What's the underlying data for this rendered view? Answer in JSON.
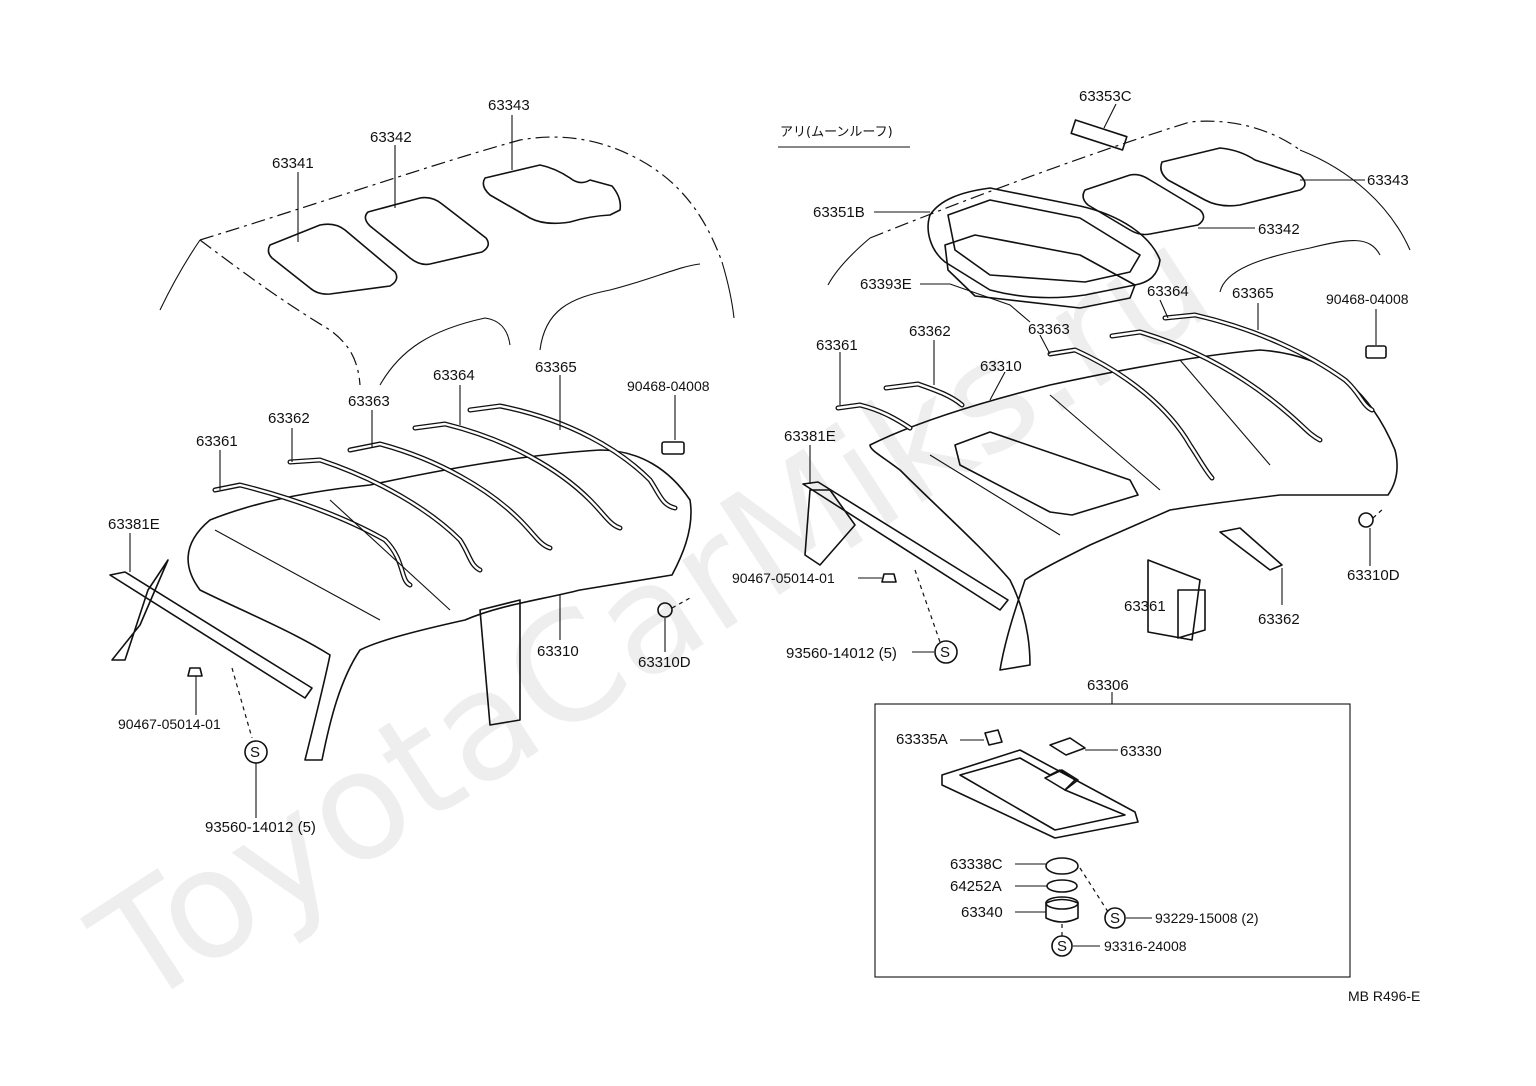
{
  "watermark": "ToyotaCarMiks.ru",
  "drawing_code": "MB R496-E",
  "sunroof_note": "アリ(ムーンルーフ)",
  "screw_symbol": "S",
  "left_labels": {
    "p63341": "63341",
    "p63342": "63342",
    "p63343": "63343",
    "p63361": "63361",
    "p63362": "63362",
    "p63363": "63363",
    "p63364": "63364",
    "p63365": "63365",
    "p90468": "90468-04008",
    "p63381": "63381E",
    "p90467": "90467-05014-01",
    "p63310": "63310",
    "p63310d": "63310D",
    "p93560": "93560-14012 (5)"
  },
  "right_labels": {
    "p63353c": "63353C",
    "p63351b": "63351B",
    "p63393e": "63393E",
    "p63343": "63343",
    "p63342": "63342",
    "p63364": "63364",
    "p63365": "63365",
    "p90468": "90468-04008",
    "p63361": "63361",
    "p63362": "63362",
    "p63363": "63363",
    "p63310": "63310",
    "p63381": "63381E",
    "p90467": "90467-05014-01",
    "p93560": "93560-14012 (5)",
    "p63361b": "63361",
    "p63362b": "63362",
    "p63310d": "63310D"
  },
  "inset": {
    "title": "63306",
    "p63335a": "63335A",
    "p63330": "63330",
    "p63338c": "63338C",
    "p64252a": "64252A",
    "p63340": "63340",
    "p93229": "93229-15008 (2)",
    "p93316": "93316-24008"
  }
}
